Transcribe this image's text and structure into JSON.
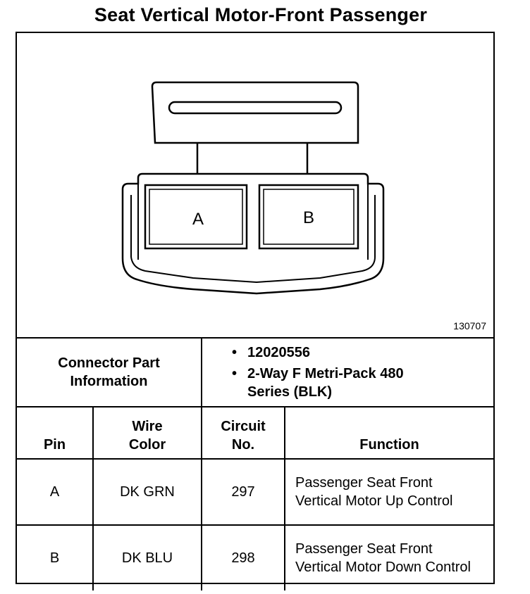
{
  "title": "Seat Vertical Motor-Front Passenger",
  "figure_id": "130707",
  "connector": {
    "pin_labels": [
      "A",
      "B"
    ]
  },
  "connector_info": {
    "label": "Connector Part Information",
    "items": [
      "12020556",
      "2-Way F Metri-Pack 480 Series (BLK)"
    ]
  },
  "table": {
    "headers": {
      "pin": "Pin",
      "wire_color": "Wire Color",
      "circuit_no": "Circuit No.",
      "function": "Function"
    },
    "rows": [
      {
        "pin": "A",
        "wire_color": "DK GRN",
        "circuit_no": "297",
        "function": "Passenger Seat Front Vertical Motor Up Control"
      },
      {
        "pin": "B",
        "wire_color": "DK BLU",
        "circuit_no": "298",
        "function": "Passenger Seat Front Vertical Motor Down Control"
      }
    ]
  }
}
